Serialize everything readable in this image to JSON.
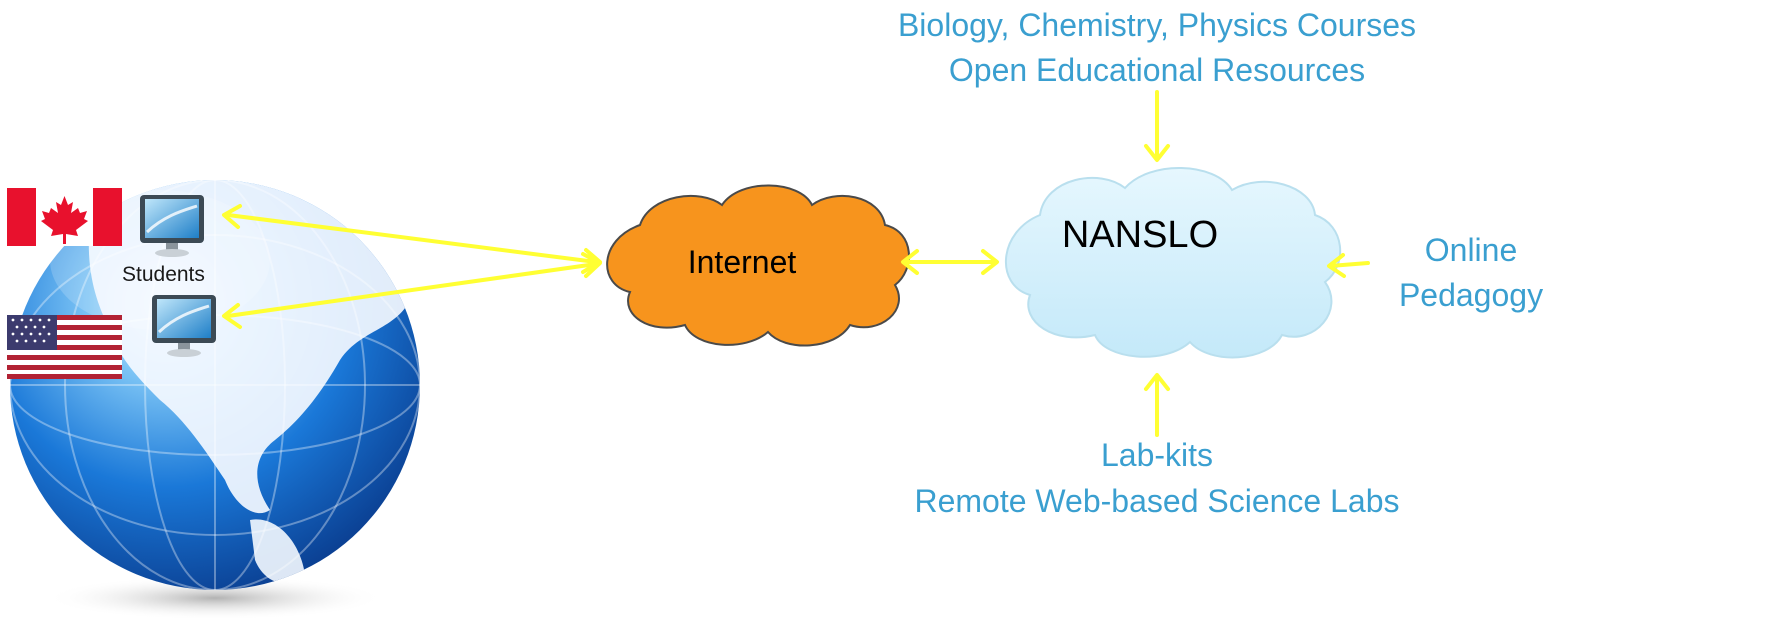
{
  "diagram": {
    "top_label": {
      "line1": "Biology, Chemistry, Physics Courses",
      "line2": "Open Educational Resources"
    },
    "bottom_label": {
      "line1": "Lab-kits",
      "line2": "Remote Web-based Science Labs"
    },
    "right_label": {
      "line1": "Online",
      "line2": "Pedagogy"
    },
    "nodes": {
      "internet": "Internet",
      "nanslo": "NANSLO"
    },
    "globe": {
      "students_label": "Students",
      "flags": [
        "canada-flag-icon",
        "usa-flag-icon"
      ],
      "computers": [
        "monitor-icon",
        "monitor-icon"
      ]
    },
    "colors": {
      "label_blue": "#3a9fd0",
      "arrow_yellow": "#ffff33",
      "internet_fill": "#f7941d",
      "nanslo_fill": "#cdeefb",
      "globe_blue": "#1a78d8"
    }
  }
}
